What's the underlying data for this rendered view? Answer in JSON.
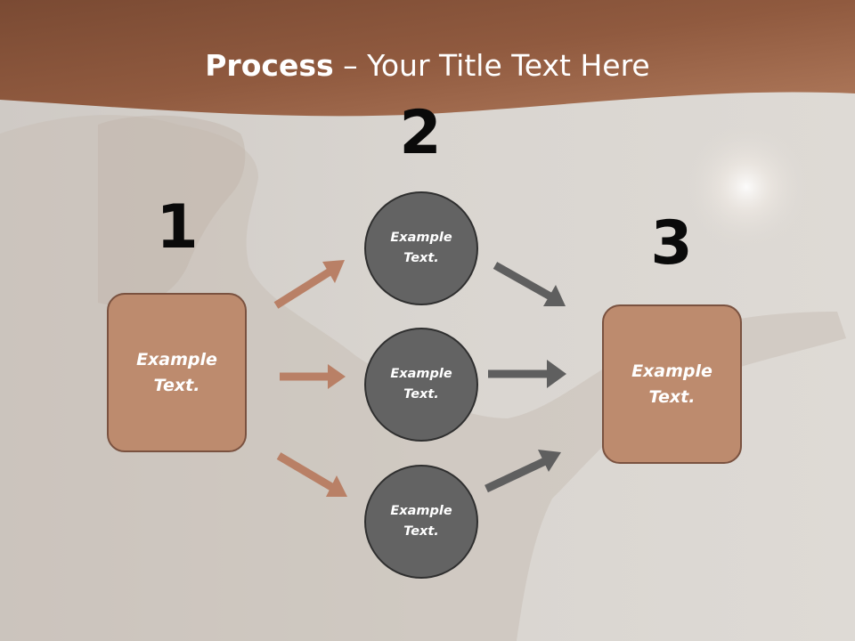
{
  "title": {
    "bold": "Process",
    "rest": " – Your Title Text Here"
  },
  "colors": {
    "header": "#9a6347",
    "box": "#bd8b6e",
    "circle": "#636363",
    "arrow_brown": "#b98066",
    "arrow_gray": "#5f5f5f"
  },
  "steps": [
    {
      "number": "1",
      "label": "Example\nText."
    },
    {
      "number": "2",
      "nodes": [
        "Example\nText.",
        "Example\nText.",
        "Example\nText."
      ]
    },
    {
      "number": "3",
      "label": "Example\nText."
    }
  ]
}
